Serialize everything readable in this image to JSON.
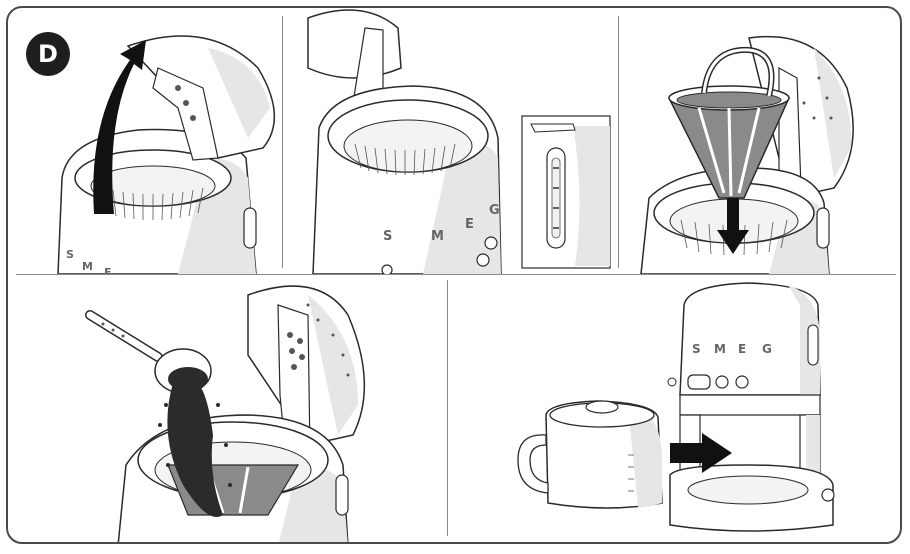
{
  "step": {
    "label": "D"
  },
  "logo": {
    "letters": [
      "S",
      "M",
      "E",
      "G"
    ]
  },
  "colors": {
    "outline": "#2a2a2a",
    "shade": "#e6e6e6",
    "arrow": "#111111",
    "filter": "#8a8a8a",
    "coffee": "#2b2b2b"
  },
  "panels": [
    {
      "id": "open-lid",
      "arrow": "curved-up"
    },
    {
      "id": "level-indicator",
      "arrow": "none"
    },
    {
      "id": "insert-filter",
      "arrow": "down"
    },
    {
      "id": "add-coffee",
      "arrow": "none"
    },
    {
      "id": "insert-carafe",
      "arrow": "right"
    }
  ]
}
